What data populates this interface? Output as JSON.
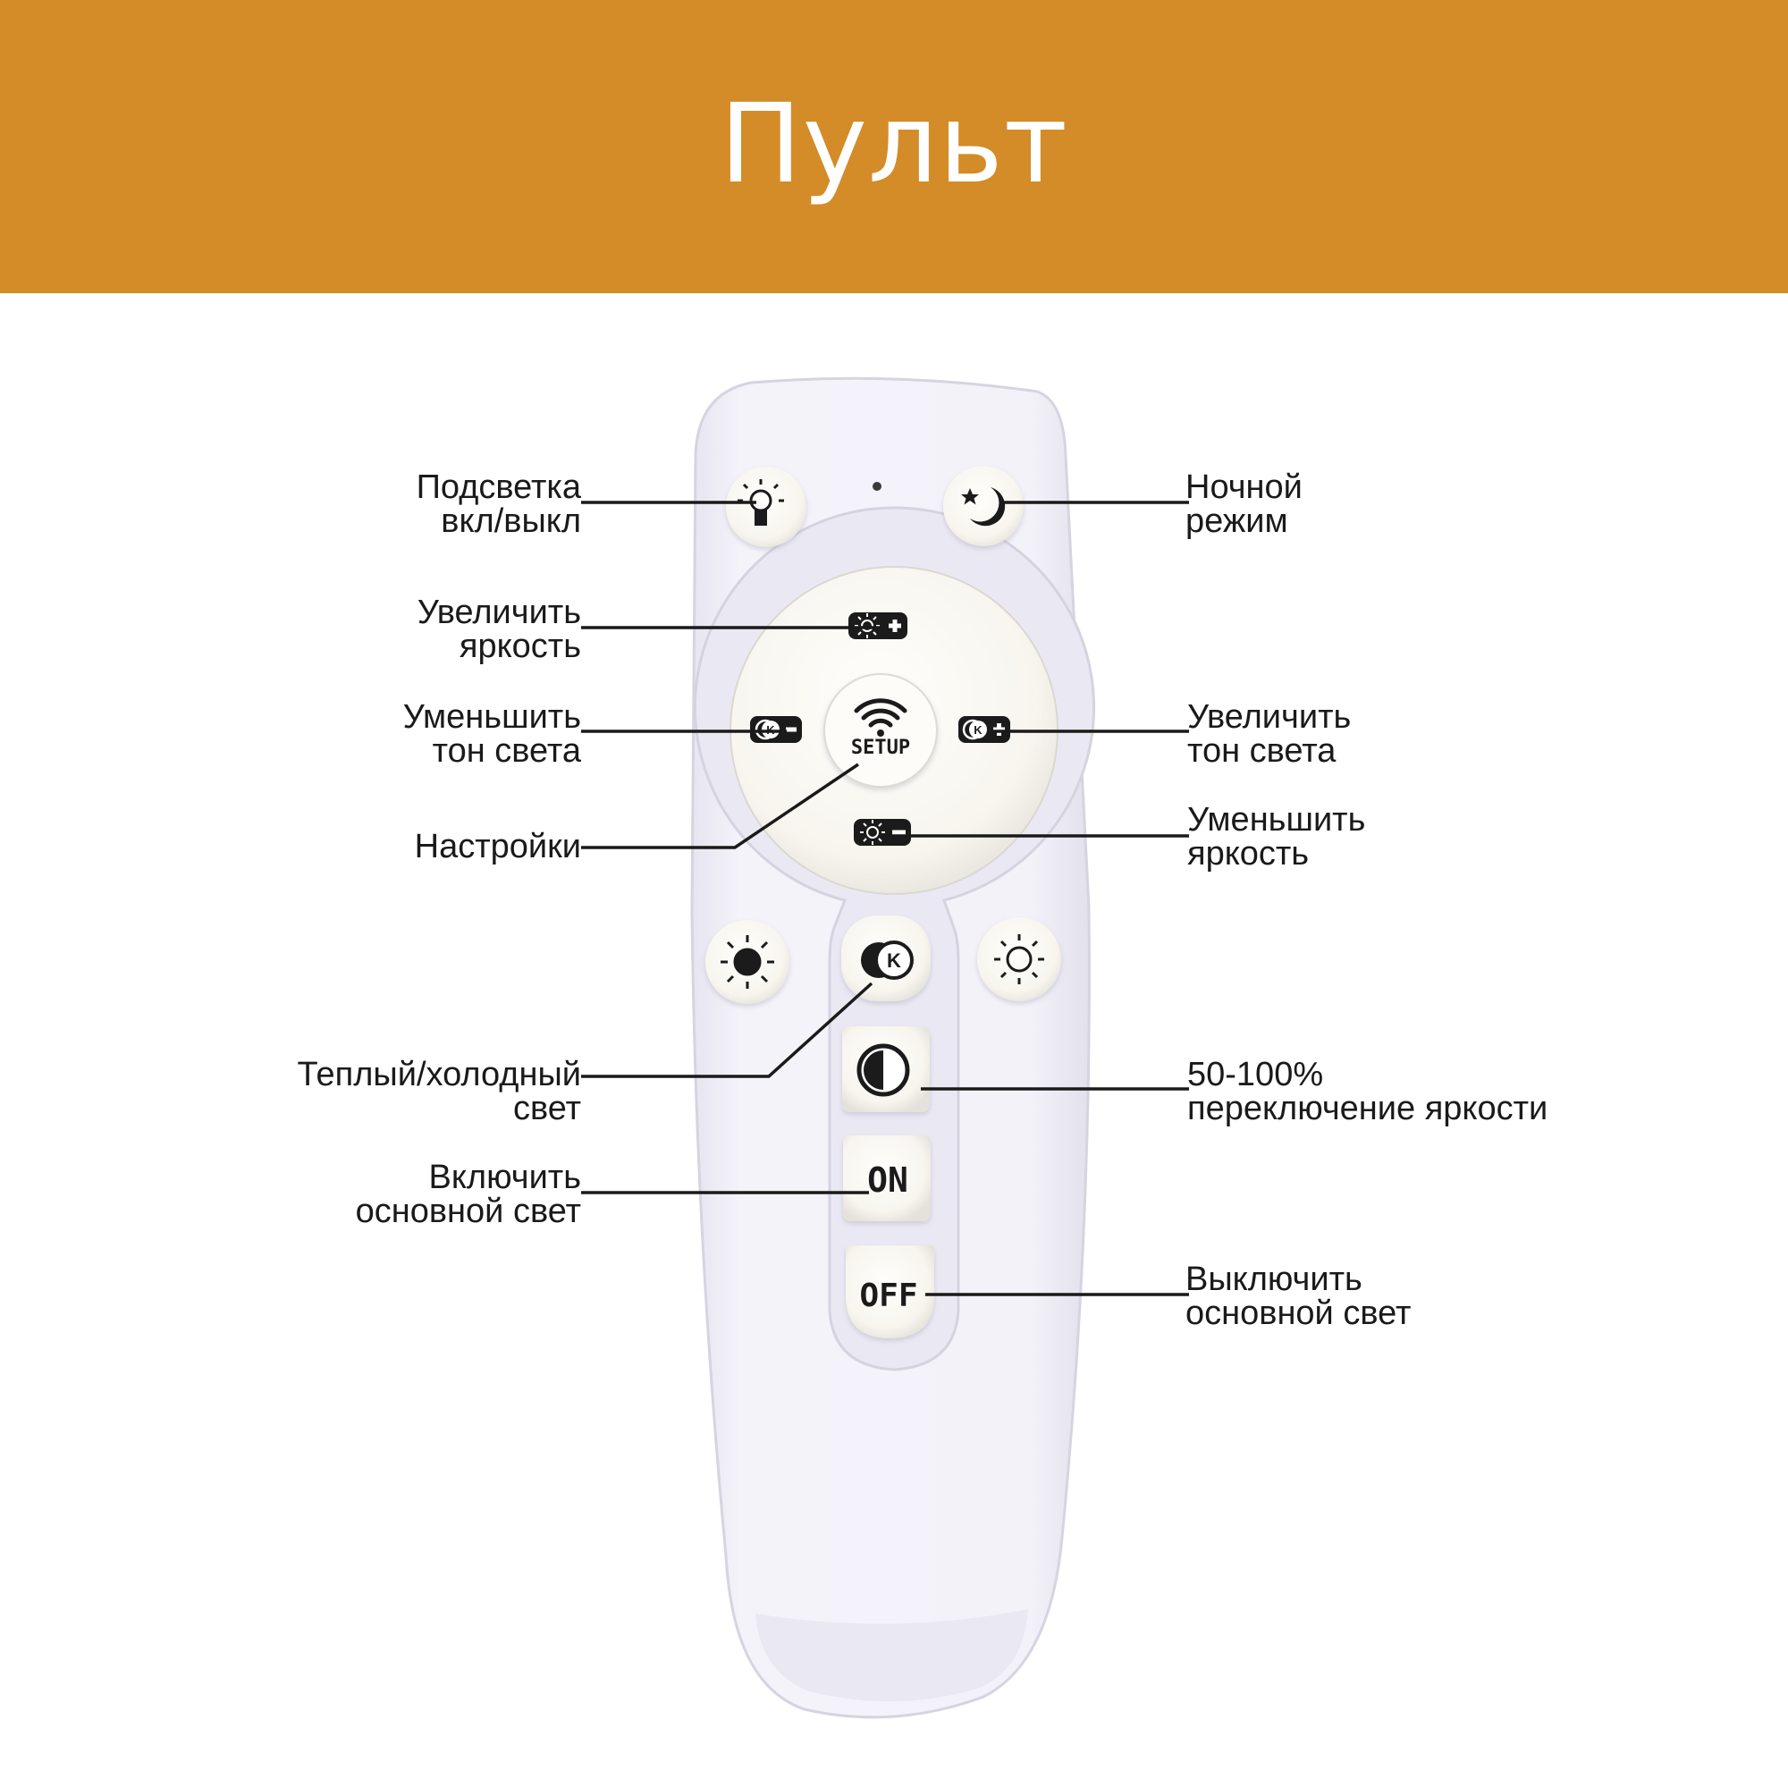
{
  "title": "Пульт",
  "colors": {
    "header": "#D38C28",
    "remote_body": "#F2F1F8",
    "remote_panel": "#E9E8F2",
    "button_face": "#FCFBF7",
    "button_label_bg": "#1B1B1B",
    "leader_line": "#1A1A1A"
  },
  "remote": {
    "buttons": {
      "setup": "SETUP",
      "on": "ON",
      "off": "OFF",
      "warm_cold_badge": "K"
    },
    "icons": [
      "lamp-icon",
      "moon-star-icon",
      "sun-plus-icon",
      "sun-minus-icon",
      "kelvin-minus-icon",
      "kelvin-plus-icon",
      "wifi-icon",
      "sun-filled-icon",
      "sun-outline-icon",
      "half-circle-icon"
    ]
  },
  "labels": {
    "backlight": [
      "Подсветка",
      "вкл/выкл"
    ],
    "night_mode": [
      "Ночной",
      "режим"
    ],
    "brightness_up": [
      "Увеличить",
      "яркость"
    ],
    "tone_down": [
      "Уменьшить",
      "тон света"
    ],
    "tone_up": [
      "Увеличить",
      "тон света"
    ],
    "settings": [
      "Настройки"
    ],
    "brightness_down": [
      "Уменьшить",
      "яркость"
    ],
    "warm_cold": [
      "Теплый/холодный",
      "свет"
    ],
    "brightness_switch": [
      "50-100%",
      "переключение яркости"
    ],
    "main_on": [
      "Включить",
      "основной свет"
    ],
    "main_off": [
      "Выключить",
      "основной свет"
    ]
  }
}
